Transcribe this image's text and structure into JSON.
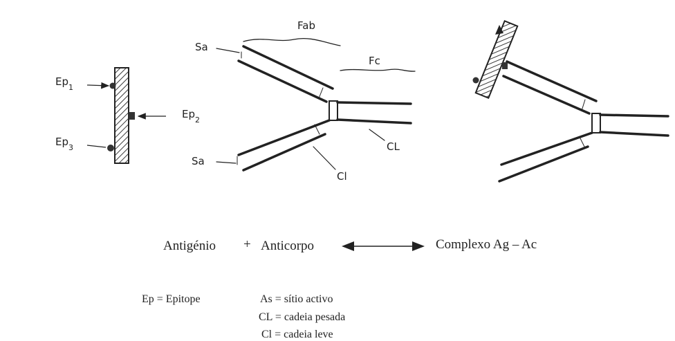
{
  "labels": {
    "fab": "Fab",
    "fc": "Fc",
    "sa_top": "Sa",
    "sa_bottom": "Sa",
    "cl_heavy": "CL",
    "cl_light": "Cl",
    "ep1": {
      "base": "Ep",
      "sub": "1"
    },
    "ep2": {
      "base": "Ep",
      "sub": "2"
    },
    "ep3": {
      "base": "Ep",
      "sub": "3"
    }
  },
  "equation": {
    "antigen": "Antigénio",
    "plus": "+",
    "antibody": "Anticorpo",
    "complex": "Complexo Ag – Ac"
  },
  "legend": {
    "ep": "Ep = Epitope",
    "as": "As = sítio activo",
    "cl_upper": "CL = cadeia pesada",
    "cl_lower": "Cl = cadeia leve"
  }
}
